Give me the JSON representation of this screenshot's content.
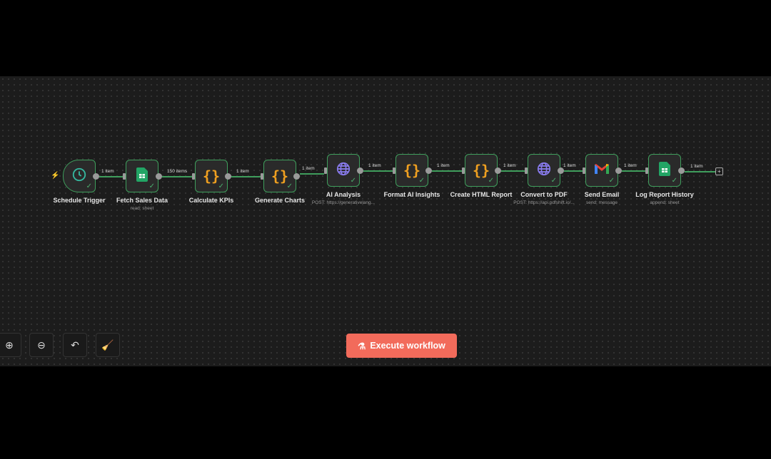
{
  "nodes": [
    {
      "name": "Schedule Trigger",
      "sub": "",
      "icon": "clock-icon",
      "out": "1 item"
    },
    {
      "name": "Fetch Sales Data",
      "sub": "read: sheet",
      "icon": "google-sheets-icon",
      "out": "150 items"
    },
    {
      "name": "Calculate KPIs",
      "sub": "",
      "icon": "code-braces-icon",
      "out": "1 item"
    },
    {
      "name": "Generate Charts",
      "sub": "",
      "icon": "code-braces-icon",
      "out": "1 item"
    },
    {
      "name": "AI Analysis",
      "sub": "POST: https://generativelang...",
      "icon": "globe-icon",
      "out": "1 item"
    },
    {
      "name": "Format AI Insights",
      "sub": "",
      "icon": "code-braces-icon",
      "out": "1 item"
    },
    {
      "name": "Create HTML Report",
      "sub": "",
      "icon": "code-braces-icon",
      "out": "1 item"
    },
    {
      "name": "Convert to PDF",
      "sub": "POST: https://api.pdfshift.io/...",
      "icon": "globe-icon",
      "out": "1 item"
    },
    {
      "name": "Send Email",
      "sub": "send: message",
      "icon": "gmail-icon",
      "out": "1 item"
    },
    {
      "name": "Log Report History",
      "sub": "append: sheet",
      "icon": "google-sheets-icon",
      "out": "1 item"
    }
  ],
  "controls": {
    "zoom_in": "zoom-in",
    "zoom_out": "zoom-out",
    "reset": "reset",
    "tidy": "tidy-up"
  },
  "execute_label": "Execute workflow",
  "colors": {
    "accent": "#f26b5b",
    "edge": "#3f9e5c",
    "code": "#f0a020",
    "globe": "#8a7cf0"
  }
}
